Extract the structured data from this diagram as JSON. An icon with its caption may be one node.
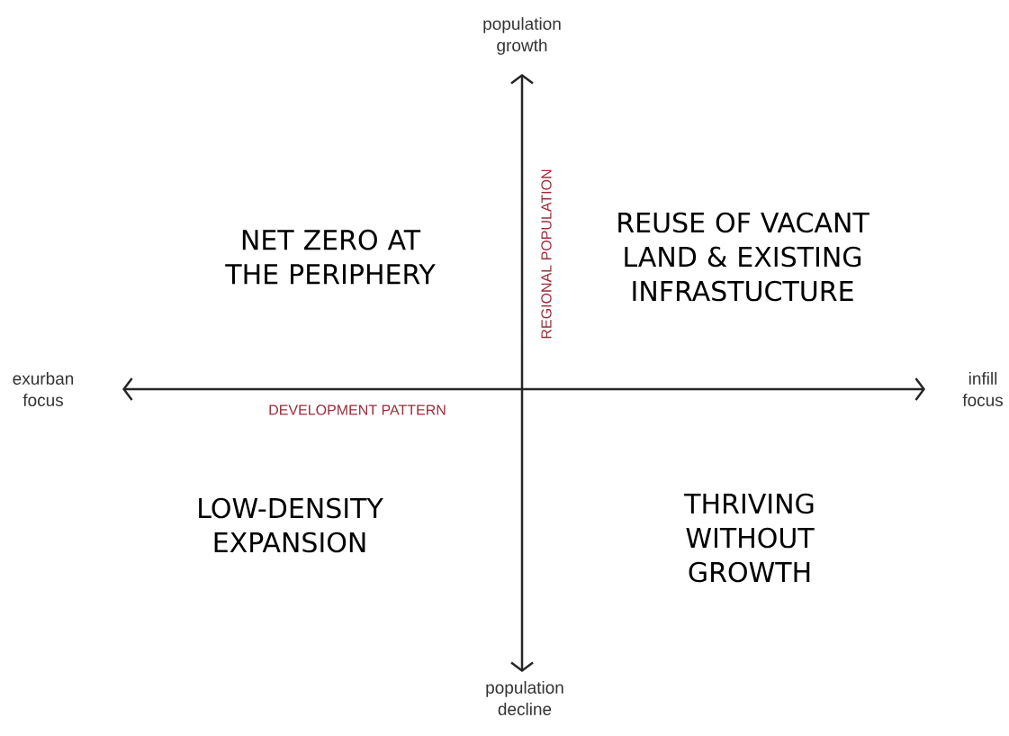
{
  "diagram": {
    "labels": [
      "population growth",
      "REGIONAL POPULATION",
      "NET ZERO AT THE PERIPHERY",
      "REUSE OF VACANT LAND & EXISTING INFRASTUCTURE",
      "exurban focus",
      "infill focus",
      "DEVELOPMENT PATTERN",
      "LOW-DENSITY EXPANSION",
      "THRIVING WITHOUT GROWTH",
      "population decline"
    ]
  }
}
